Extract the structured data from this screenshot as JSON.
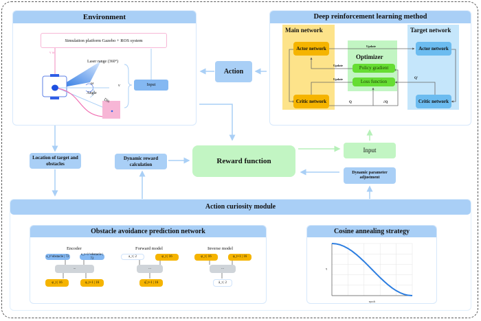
{
  "environment": {
    "title": "Environment",
    "simulation_platform": "Simulation platform Gazebo + ROS system",
    "v_omega_label": "v  ω",
    "laser_label": "Laser range (360°)",
    "omega": "ω",
    "v": "v",
    "angle": "Angle",
    "distance": "Dis",
    "input": "Input"
  },
  "action": "Action",
  "drl": {
    "title": "Deep reinforcement learning method",
    "main_network": "Main network",
    "target_network": "Target network",
    "optimizer": "Optimizer",
    "actor_network": "Actor network",
    "critic_network": "Critic network",
    "target_actor": "Actor network",
    "target_critic": "Critic network",
    "policy_gradient": "Policy gradient",
    "loss_function": "Loss function",
    "update_top": "Update",
    "update_pg": "Update",
    "update_lf": "Update",
    "q_label": "Q",
    "dq_label": "∂Q",
    "q_prime": "Q'"
  },
  "middle": {
    "location": "Location of  target and  obstacles",
    "dynamic_reward": "Dynamic reward calculation",
    "reward_function": "Reward function",
    "input": "Input",
    "dynamic_parameter": "Dynamic parameter adjustment"
  },
  "acm": {
    "title": "Action curiosity module",
    "oapn": {
      "title": "Obstacle avoidance prediction network",
      "encoder": {
        "title": "Encoder",
        "in1": "s_t^obstacle | 72",
        "in2": "s_t+1^obstacle | 72",
        "mid": "...",
        "out1": "φ_t | 16",
        "out2": "φ_t+1 | 16"
      },
      "forward": {
        "title": "Forward model",
        "in1": "a_t | 2",
        "in2": "φ_t | 16",
        "mid": "...",
        "out": "φ̂_t+1 | 16"
      },
      "inverse": {
        "title": "Inverse model",
        "in1": "φ_t | 16",
        "in2": "φ_t+1 | 16",
        "mid": "...",
        "out": "â_t | 2"
      }
    },
    "cosine": {
      "title": "Cosine annealing strategy"
    }
  },
  "chart_data": {
    "type": "line",
    "title": "",
    "xlabel": "epoch",
    "ylabel": "η",
    "xlim": [
      0,
      1
    ],
    "ylim": [
      0,
      1
    ],
    "grid": true,
    "series": [
      {
        "name": "cosine annealing",
        "x": [
          0,
          0.05,
          0.1,
          0.15,
          0.2,
          0.25,
          0.3,
          0.35,
          0.4,
          0.45,
          0.5,
          0.55,
          0.6,
          0.65,
          0.7,
          0.75,
          0.8,
          0.85,
          0.9,
          0.95,
          1.0
        ],
        "y": [
          1.0,
          0.994,
          0.976,
          0.946,
          0.905,
          0.854,
          0.794,
          0.727,
          0.655,
          0.578,
          0.5,
          0.422,
          0.345,
          0.273,
          0.206,
          0.146,
          0.095,
          0.054,
          0.024,
          0.006,
          0.0
        ],
        "color": "#2b7de0"
      }
    ]
  },
  "colors": {
    "panel_header": "#a9cff6",
    "arrow_blue": "#a9cff6",
    "arrow_green": "#b6f0b8",
    "orange": "#f5b400",
    "pink": "#f7b6d6"
  }
}
